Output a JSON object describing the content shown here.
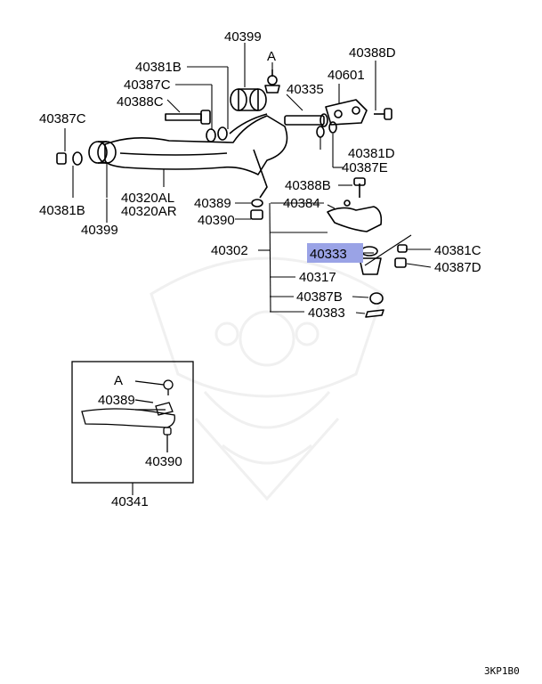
{
  "labels": {
    "p40399_top": "40399",
    "pA_top": "A",
    "p40388D": "40388D",
    "p40381B_top": "40381B",
    "p40601": "40601",
    "p40387C_mid": "40387C",
    "p40335": "40335",
    "p40388C": "40388C",
    "p40387C_left": "40387C",
    "p40381D": "40381D",
    "p40387E": "40387E",
    "p40388B": "40388B",
    "p40381B_left": "40381B",
    "p40320AL": "40320AL",
    "p40320AR": "40320AR",
    "p40389_top": "40389",
    "p40384": "40384",
    "p40390_top": "40390",
    "p40399_bottom": "40399",
    "p40302": "40302",
    "p40333": "40333",
    "p40381C": "40381C",
    "p40317": "40317",
    "p40387D": "40387D",
    "p40387B": "40387B",
    "p40383": "40383",
    "inset_A": "A",
    "inset_40389": "40389",
    "inset_40390": "40390",
    "p40341": "40341",
    "diagram_code": "3KP1B0"
  },
  "highlight": {
    "part": "40333",
    "color": "#9aa3e6"
  }
}
